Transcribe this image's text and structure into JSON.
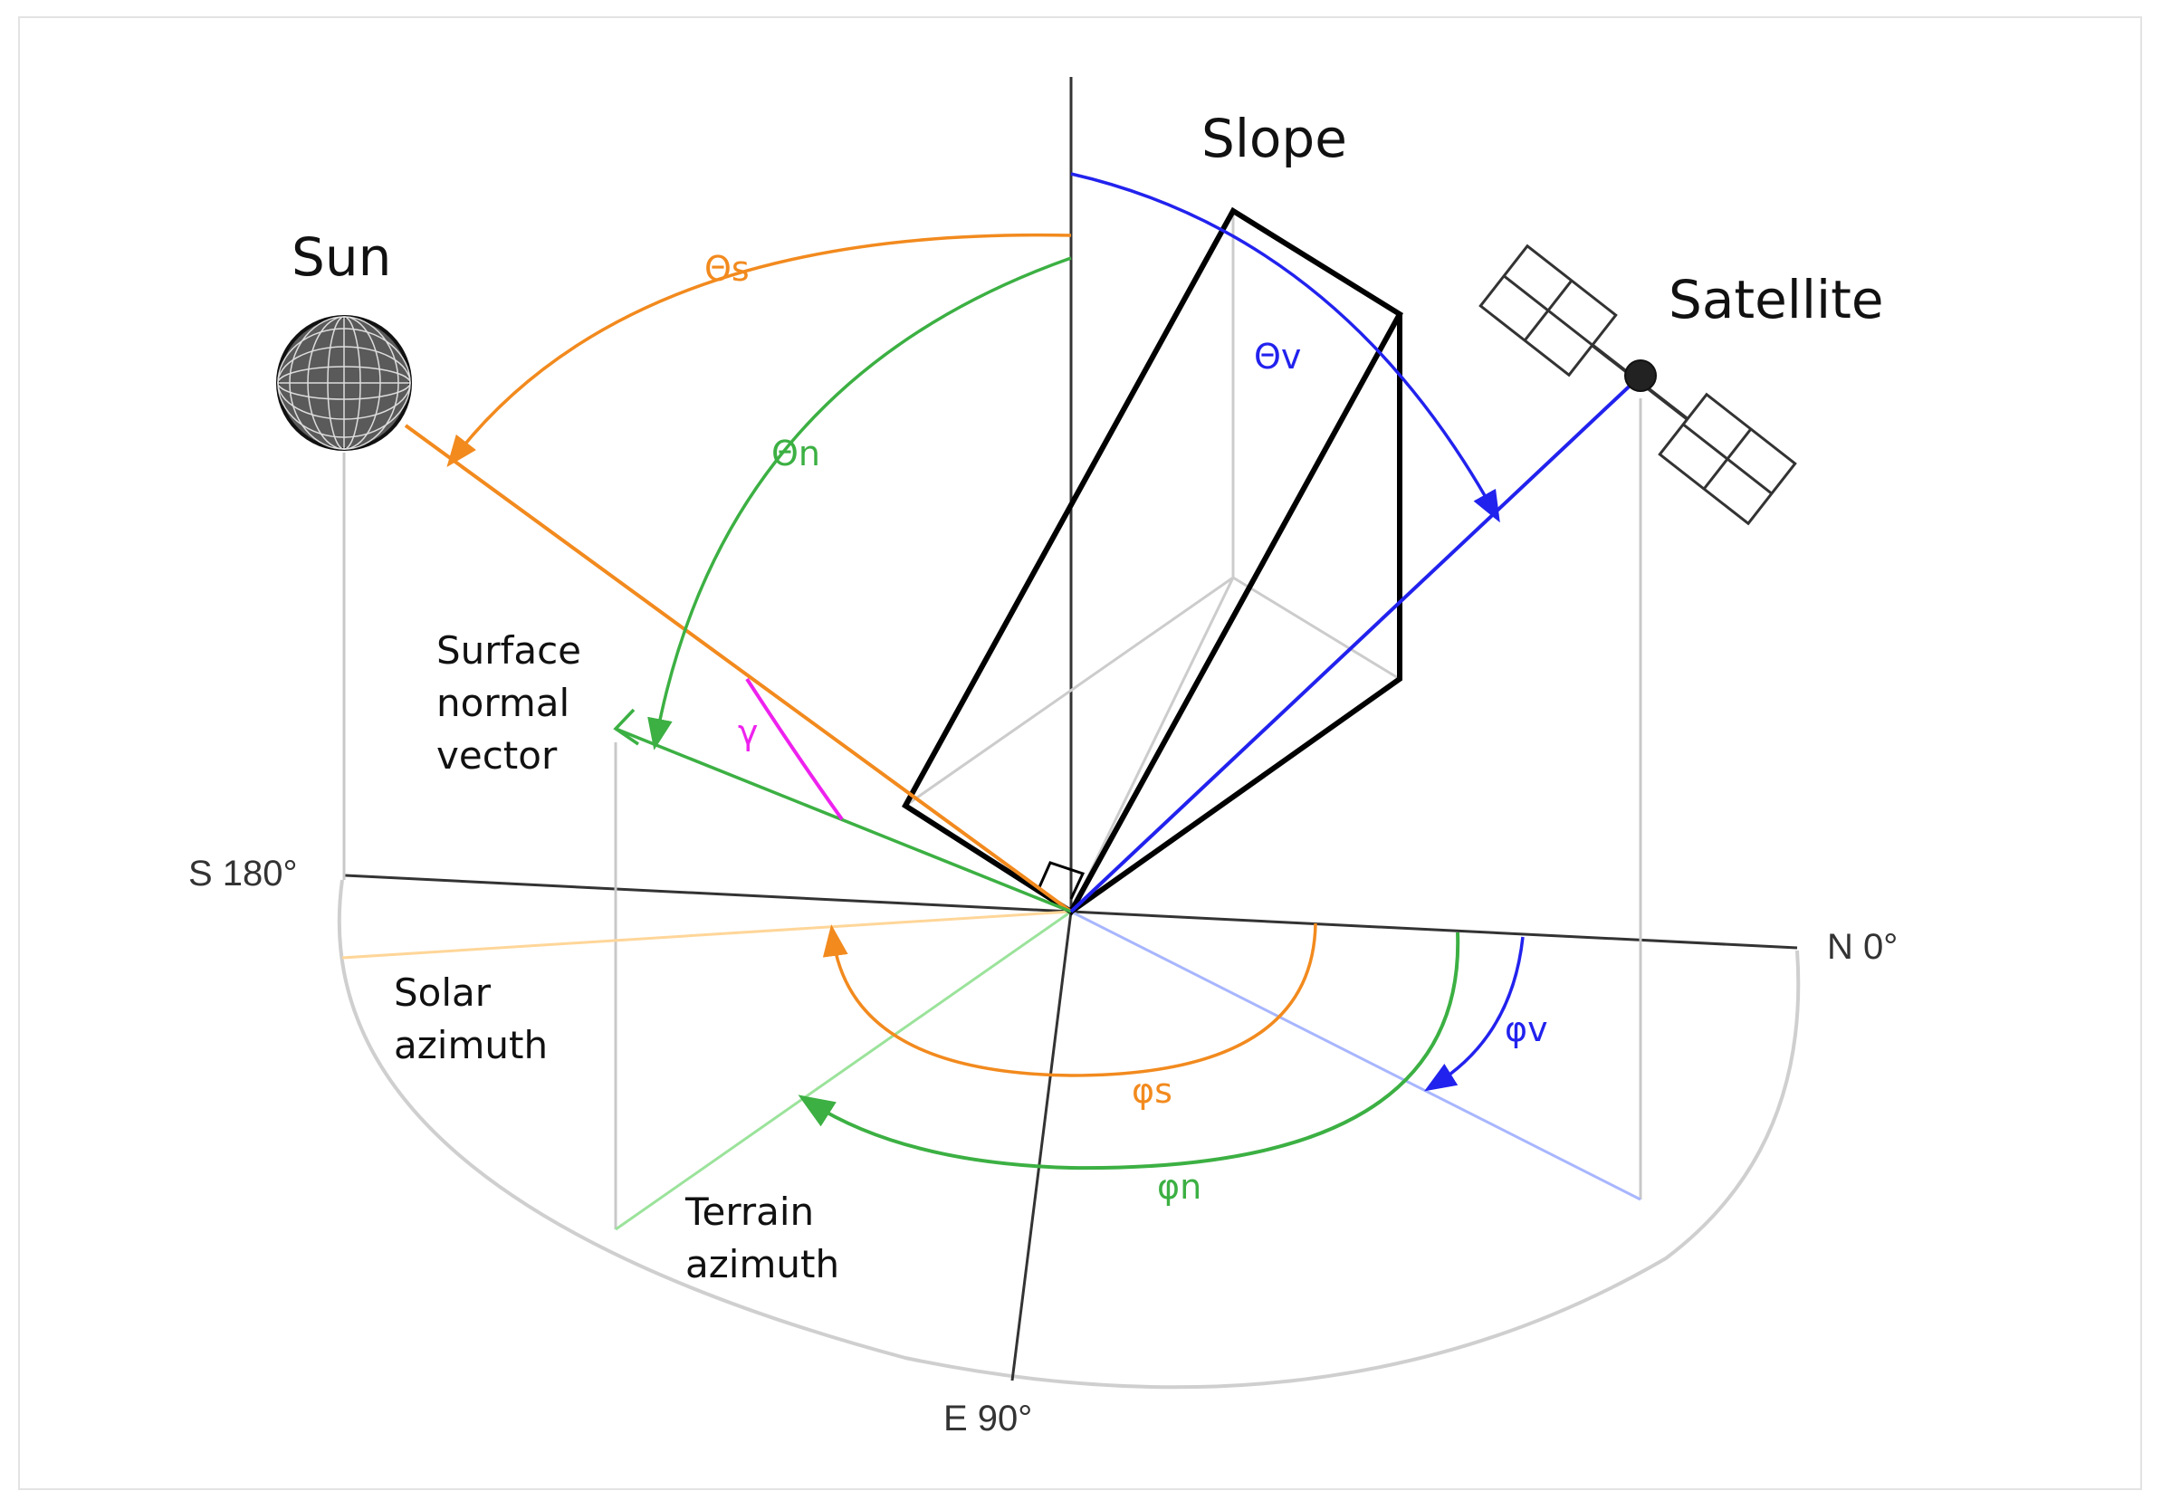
{
  "labels": {
    "sun": "Sun",
    "slope": "Slope",
    "satellite": "Satellite",
    "surface_normal": [
      "Surface",
      "normal",
      "vector"
    ],
    "solar_azimuth": [
      "Solar",
      "azimuth"
    ],
    "terrain_azimuth": [
      "Terrain",
      "azimuth"
    ]
  },
  "compass": {
    "south": "S 180°",
    "north": "N 0°",
    "east": "E 90°"
  },
  "angles": {
    "theta_s": "Θs",
    "theta_n": "Θn",
    "theta_v": "Θv",
    "gamma": "γ",
    "phi_s": "φs",
    "phi_n": "φn",
    "phi_v": "φv"
  },
  "colors": {
    "sun": "#f28a1e",
    "normal": "#3cb043",
    "satellite": "#2222ee",
    "gamma": "#ee22ee",
    "construction": "#c8c8c8",
    "outline": "#000000"
  }
}
